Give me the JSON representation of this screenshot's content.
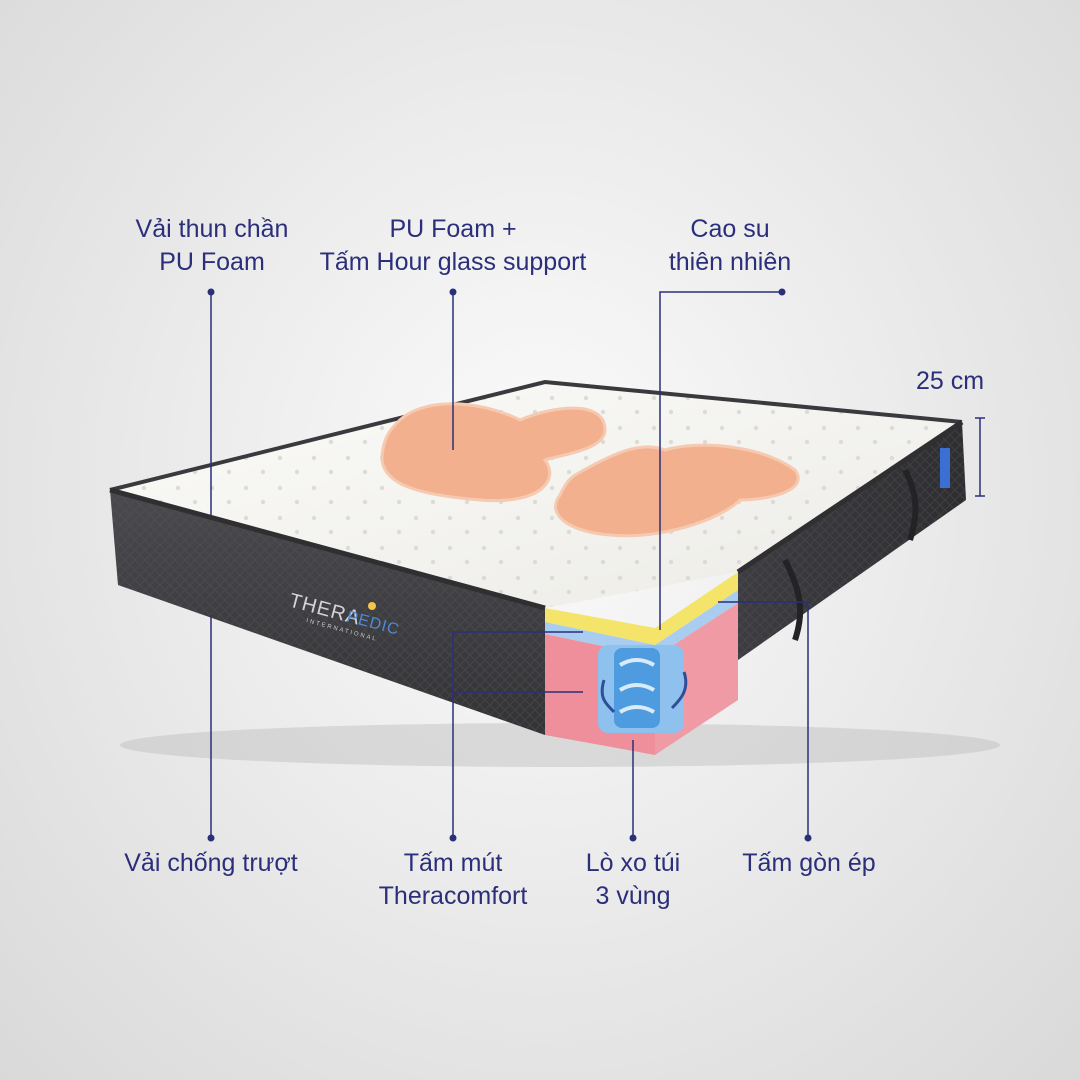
{
  "brand": {
    "name_part1": "THERA",
    "name_part2": "PEDIC",
    "tagline": "INTERNATIONAL"
  },
  "labels": {
    "top_left": {
      "line1": "Vải thun chần",
      "line2": "PU Foam"
    },
    "top_center": {
      "line1": "PU Foam +",
      "line2": "Tấm Hour glass support"
    },
    "top_right": {
      "line1": "Cao su",
      "line2": "thiên nhiên"
    },
    "height": "25 cm",
    "bottom_1": {
      "line1": "Vải chống trượt"
    },
    "bottom_2": {
      "line1": "Tấm mút",
      "line2": "Theracomfort"
    },
    "bottom_3": {
      "line1": "Lò xo túi",
      "line2": "3 vùng"
    },
    "bottom_4": {
      "line1": "Tấm gòn ép"
    }
  },
  "colors": {
    "label_text": "#2b2f7a",
    "callout_line": "#2b2f7a",
    "hourglass_pad": "#f3b08f",
    "cutaway_foam": "#ef8f9c",
    "cutaway_latex": "#f4e56a",
    "cutaway_blue_layer": "#a9cdf0",
    "spring_core": "#4f9be0",
    "mattress_side": "#3f3f43",
    "mattress_top": "#f5f4f0"
  }
}
